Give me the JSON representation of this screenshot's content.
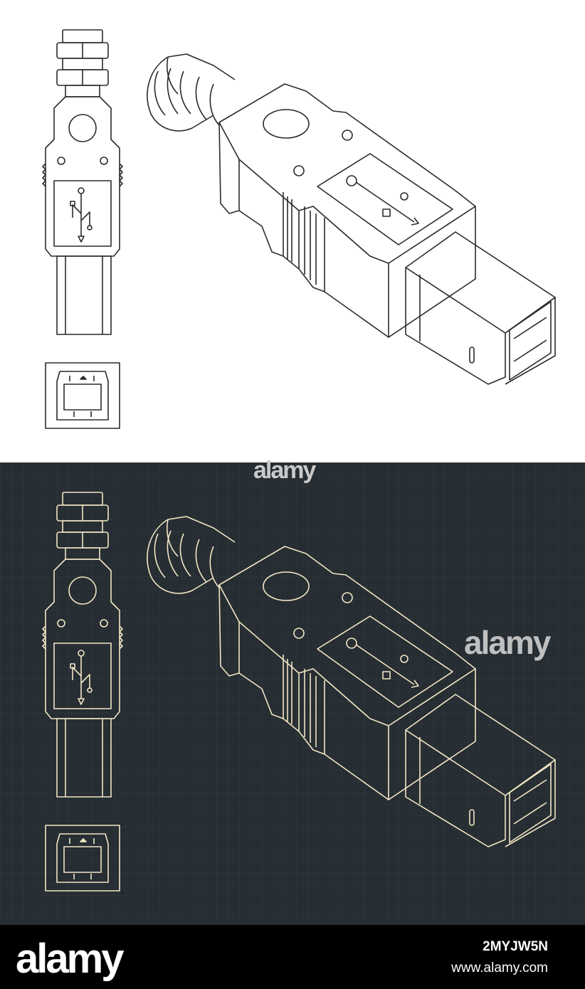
{
  "watermark": {
    "center_text": "alamy",
    "side_text": "alamy"
  },
  "footer": {
    "brand": "alamy",
    "image_id": "2MYJW5N",
    "site": "www.alamy.com"
  },
  "colors": {
    "light_bg": "#ffffff",
    "light_line": "#2b2b2b",
    "dark_bg": "#262d33",
    "dark_line": "#f2e6c4",
    "grid": "#323b42",
    "footer_bg": "#000000",
    "footer_text": "#ffffff"
  }
}
